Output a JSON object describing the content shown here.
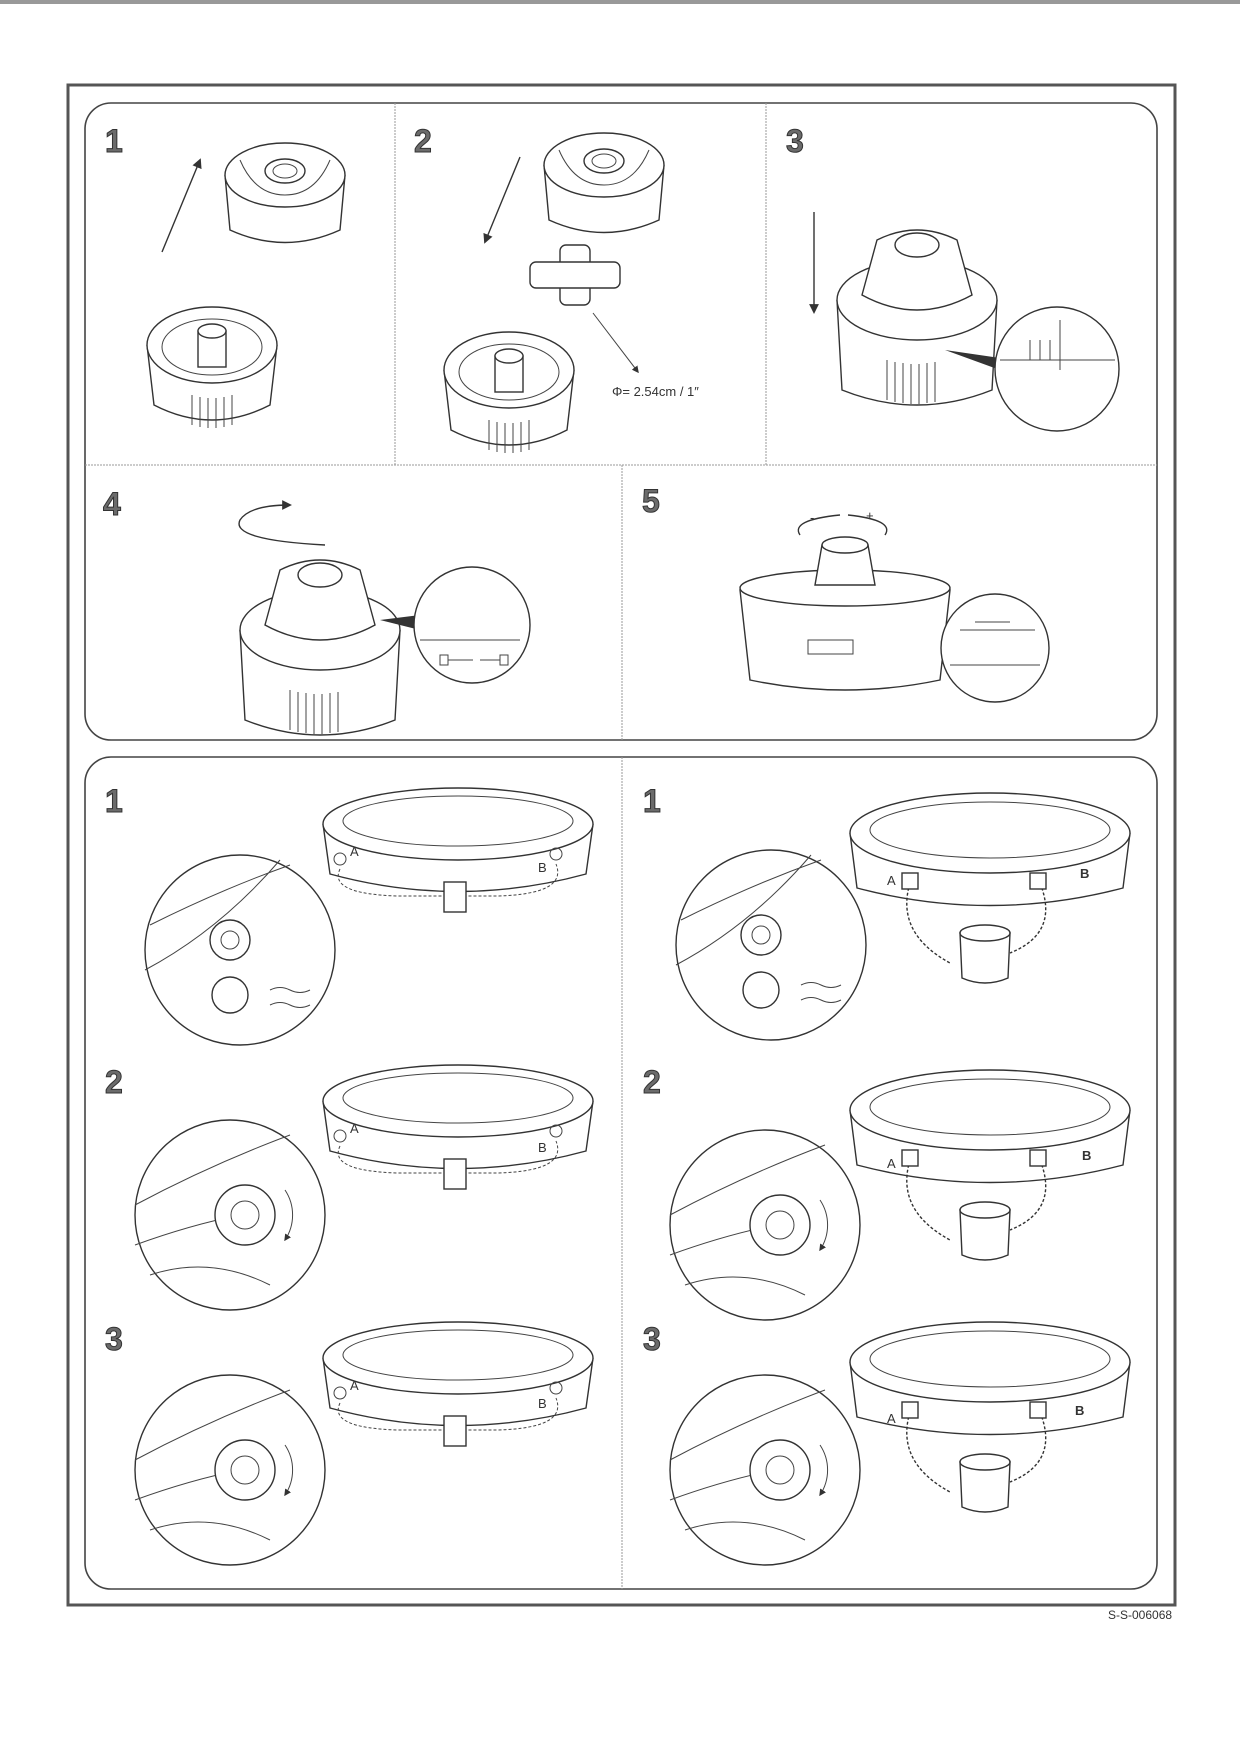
{
  "top_section": {
    "steps": [
      {
        "number": "1"
      },
      {
        "number": "2",
        "dimension_label": "Φ= 2.54cm / 1″"
      },
      {
        "number": "3"
      },
      {
        "number": "4"
      },
      {
        "number": "5",
        "minus_label": "-",
        "plus_label": "+"
      }
    ]
  },
  "bottom_section": {
    "left_steps": [
      {
        "number": "1",
        "label_a": "A",
        "label_b": "B"
      },
      {
        "number": "2",
        "label_a": "A",
        "label_b": "B"
      },
      {
        "number": "3",
        "label_a": "A",
        "label_b": "B"
      }
    ],
    "right_steps": [
      {
        "number": "1",
        "label_a": "A",
        "label_b": "B"
      },
      {
        "number": "2",
        "label_a": "A",
        "label_b": "B"
      },
      {
        "number": "3",
        "label_a": "A",
        "label_b": "B"
      }
    ]
  },
  "footer": {
    "document_code": "S-S-006068"
  }
}
